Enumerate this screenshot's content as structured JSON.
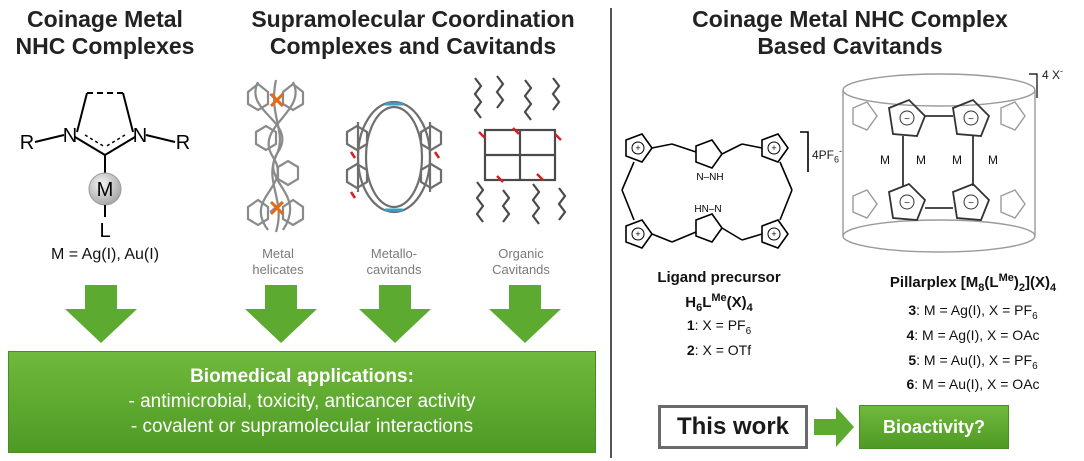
{
  "left": {
    "heading_line1": "Coinage Metal",
    "heading_line2": "NHC Complexes",
    "metal_label": "M = Ag(I), Au(I)",
    "atom_r1": "R",
    "atom_n1": "N",
    "atom_n2": "N",
    "atom_r2": "R",
    "atom_m": "M",
    "atom_l": "L"
  },
  "middle": {
    "heading_line1": "Supramolecular Coordination",
    "heading_line2": "Complexes and Cavitands",
    "captions": [
      {
        "line1": "Metal",
        "line2": "helicates"
      },
      {
        "line1": "Metallo-",
        "line2": "cavitands"
      },
      {
        "line1": "Organic",
        "line2": "Cavitands"
      }
    ]
  },
  "biomedical": {
    "title": "Biomedical applications:",
    "line1": "- antimicrobial, toxicity, anticancer activity",
    "line2": "- covalent or supramolecular interactions"
  },
  "right": {
    "heading_line1": "Coinage Metal NHC Complex",
    "heading_line2": "Based Cavitands",
    "ligand": {
      "title": "Ligand precursor",
      "formula_prefix": "H",
      "formula_h_sub": "6",
      "formula_L": "L",
      "formula_sup": "Me",
      "formula_x": "(X)",
      "formula_x_sub": "4",
      "counterion": "4PF",
      "counterion_sub": "6",
      "counterion_sup": "-",
      "nh_label": "N–NH",
      "hn_label": "HN–N",
      "compounds": [
        {
          "num": "1",
          "text": ": X = PF",
          "sub": "6"
        },
        {
          "num": "2",
          "text": ": X = OTf",
          "sub": ""
        }
      ]
    },
    "pillarplex": {
      "title": "Pillarplex [M",
      "sub8": "8",
      "L": "(L",
      "sup": "Me",
      "close": ")",
      "sub2": "2",
      "tail": "](X)",
      "sub4": "4",
      "counterion": "4 X",
      "counterion_sup": "-",
      "compounds": [
        {
          "num": "3",
          "text": ": M = Ag(I), X = PF",
          "sub": "6"
        },
        {
          "num": "4",
          "text": ": M = Ag(I), X = OAc",
          "sub": ""
        },
        {
          "num": "5",
          "text": ": M = Au(I), X = PF",
          "sub": "6"
        },
        {
          "num": "6",
          "text": ": M = Au(I), X = OAc",
          "sub": ""
        }
      ]
    },
    "this_work": "This work",
    "bioactivity": "Bioactivity?"
  },
  "colors": {
    "green_top": "#6fb93b",
    "green_bottom": "#4f9a25",
    "divider": "#555555",
    "metal_orange": "#e86a10",
    "nitrogen_blue": "#7a8cd6",
    "oxygen_red": "#d62020"
  }
}
